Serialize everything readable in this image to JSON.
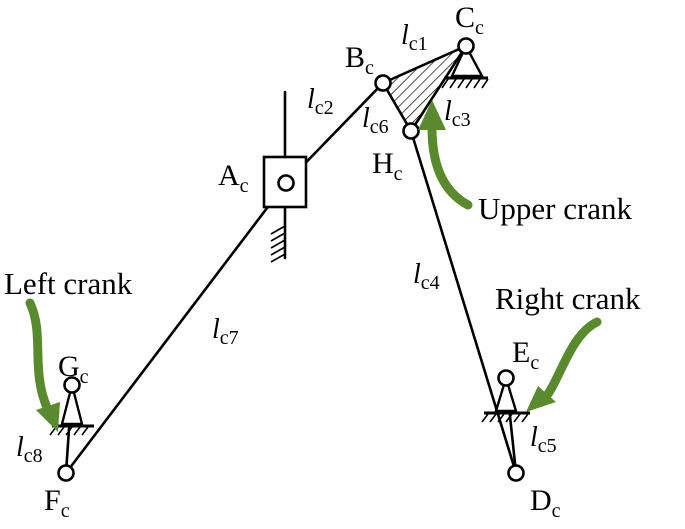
{
  "joints": {
    "A": {
      "base": "A",
      "sub": "c"
    },
    "B": {
      "base": "B",
      "sub": "c"
    },
    "C": {
      "base": "C",
      "sub": "c"
    },
    "D": {
      "base": "D",
      "sub": "c"
    },
    "E": {
      "base": "E",
      "sub": "c"
    },
    "F": {
      "base": "F",
      "sub": "c"
    },
    "G": {
      "base": "G",
      "sub": "c"
    },
    "H": {
      "base": "H",
      "sub": "c"
    }
  },
  "links": {
    "lc1": {
      "base": "l",
      "sub": "c1"
    },
    "lc2": {
      "base": "l",
      "sub": "c2"
    },
    "lc3": {
      "base": "l",
      "sub": "c3"
    },
    "lc4": {
      "base": "l",
      "sub": "c4"
    },
    "lc5": {
      "base": "l",
      "sub": "c5"
    },
    "lc6": {
      "base": "l",
      "sub": "c6"
    },
    "lc7": {
      "base": "l",
      "sub": "c7"
    },
    "lc8": {
      "base": "l",
      "sub": "c8"
    }
  },
  "callouts": {
    "left": "Left crank",
    "right": "Right crank",
    "upper": "Upper crank"
  },
  "colors": {
    "arrow": "#5a8a2e",
    "line": "#000000"
  }
}
